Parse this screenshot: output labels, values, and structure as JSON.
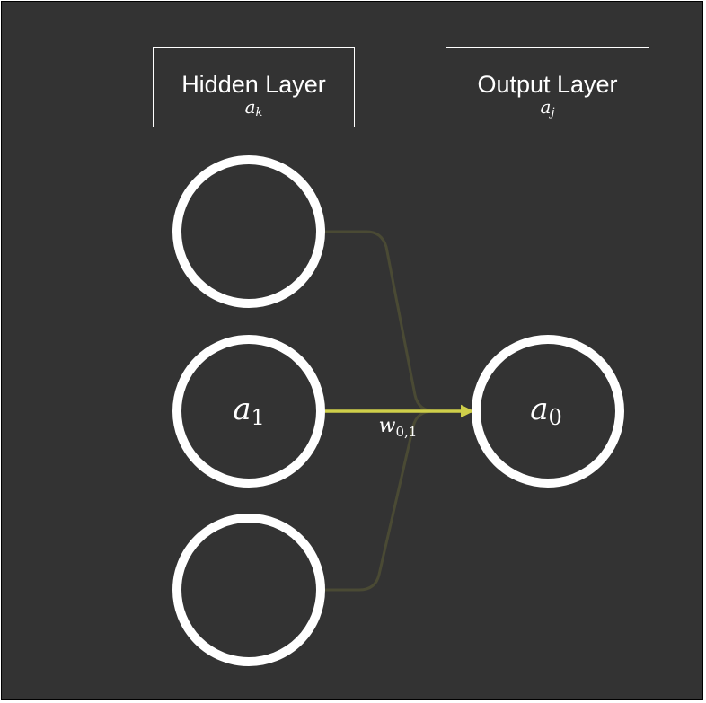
{
  "hidden_layer": {
    "title": "Hidden Layer",
    "symbol": "a",
    "symbol_sub": "k"
  },
  "output_layer": {
    "title": "Output Layer",
    "symbol": "a",
    "symbol_sub": "j"
  },
  "nodes": {
    "hidden_top": {
      "symbol": "",
      "sub": ""
    },
    "hidden_mid": {
      "symbol": "a",
      "sub": "1"
    },
    "hidden_bottom": {
      "symbol": "",
      "sub": ""
    },
    "output": {
      "symbol": "a",
      "sub": "0"
    }
  },
  "weight": {
    "symbol": "w",
    "sub": "0,1"
  },
  "colors": {
    "background": "#333333",
    "node_stroke": "#ffffff",
    "highlight_edge": "#cfcf4a",
    "dim_edge": "#4a4a34"
  }
}
